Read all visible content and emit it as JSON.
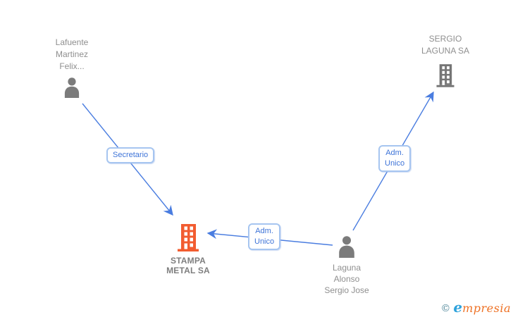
{
  "diagram": {
    "nodes": [
      {
        "id": "lafuente-martinez-felix",
        "type": "person",
        "lines": [
          "Lafuente",
          "Martinez",
          "Felix..."
        ]
      },
      {
        "id": "sergio-laguna-sa",
        "type": "company",
        "lines": [
          "SERGIO",
          "LAGUNA SA"
        ]
      },
      {
        "id": "stampa-metal-sa",
        "type": "company",
        "highlighted": true,
        "lines": [
          "STAMPA",
          "METAL SA"
        ]
      },
      {
        "id": "laguna-alonso-sergio-jose",
        "type": "person",
        "lines": [
          "Laguna",
          "Alonso",
          "Sergio Jose"
        ]
      }
    ],
    "edges": [
      {
        "from": "Lafuente Martinez Felix...",
        "to": "STAMPA METAL SA",
        "label": "Secretario",
        "label_lines": [
          "Secretario"
        ]
      },
      {
        "from": "Laguna Alonso Sergio Jose",
        "to": "STAMPA METAL SA",
        "label": "Adm. Unico",
        "label_lines": [
          "Adm.",
          "Unico"
        ]
      },
      {
        "from": "Laguna Alonso Sergio Jose",
        "to": "SERGIO LAGUNA SA",
        "label": "Adm. Unico",
        "label_lines": [
          "Adm.",
          "Unico"
        ]
      }
    ]
  },
  "colors": {
    "person_icon": "#7b7b7b",
    "company_icon_default": "#757575",
    "company_icon_highlight": "#f25c30",
    "edge_line": "#4a7de0",
    "edge_label_border": "#a6c5f0",
    "edge_label_text": "#3e74d8",
    "node_text": "#8f8f8f"
  },
  "watermark": {
    "copyright": "©",
    "brand_initial": "e",
    "brand_rest": "mpresia"
  }
}
